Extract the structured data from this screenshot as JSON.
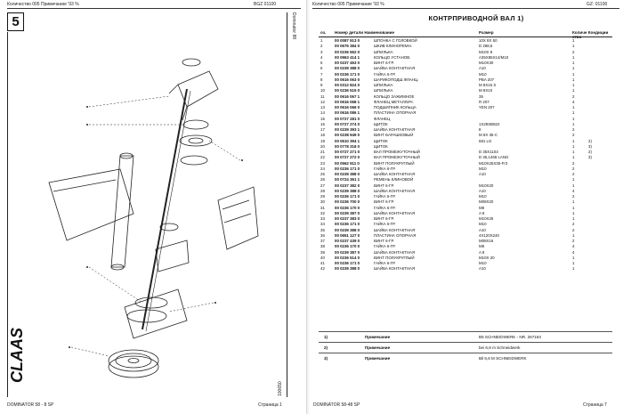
{
  "left_page": {
    "header_left": "Количество 005   Примечание  '93 %",
    "header_right": "BGZ 01100",
    "chapter": "5",
    "side_code": "Dominator 88",
    "side_number": "100650",
    "footer_left": "DOMINATOR 58 - 8 SP",
    "footer_right": "Страница 1",
    "logo": "CLAAS"
  },
  "right_page": {
    "header_left": "Количество 005   Примечание  '93 %",
    "header_right": "GZ: 01100",
    "title": "КОНТРПРИВОДНОЙ ВАЛ  1)",
    "col_pos": "оз.",
    "col_number": "Номер детали Наименование",
    "col_size": "Размер",
    "col_qty": "Количе Кондиции ство",
    "footer_left": "DOMINATOR 58-48 SP",
    "footer_right": "Страница 7"
  },
  "parts": [
    {
      "pos": "1",
      "num": "00 0087 913 0",
      "name": "ШПОНКА С ГОЛОВКОЙ",
      "size": "10X 8X 50",
      "qty": "1",
      "note": ""
    },
    {
      "pos": "2",
      "num": "00 0676 384 0",
      "name": "ШКИВ КЛИНОРЕМН.",
      "size": "D 288,6",
      "qty": "1",
      "note": ""
    },
    {
      "pos": "3",
      "num": "00 0236 552 0",
      "name": "ШПИЛЬКА",
      "size": "M10X 8",
      "qty": "2",
      "note": ""
    },
    {
      "pos": "4",
      "num": "00 0963 414 1",
      "name": "КОЛЬЦО УСТАНОВ.",
      "size": "A35X85X14/M10",
      "qty": "1",
      "note": ""
    },
    {
      "pos": "5",
      "num": "00 0237 453 0",
      "name": "ВИНТ 6-ГР.",
      "size": "M10X30",
      "qty": "1",
      "note": ""
    },
    {
      "pos": "6",
      "num": "00 0239 388 0",
      "name": "ШАЙБА КОНТАКТНАЯ",
      "size": "A10",
      "qty": "1",
      "note": ""
    },
    {
      "pos": "7",
      "num": "00 0236 171 0",
      "name": "ГАЙКА 6-ГР.",
      "size": "M10",
      "qty": "1",
      "note": ""
    },
    {
      "pos": "8",
      "num": "00 0616 063 0",
      "name": "ШАРИКОПОДШ.ФЛАНЦ.",
      "size": "PBA 207",
      "qty": "1",
      "note": ""
    },
    {
      "pos": "9",
      "num": "00 0312 824 0",
      "name": "ШПИЛЬКА",
      "size": "M 8X15 S",
      "qty": "1",
      "note": ""
    },
    {
      "pos": "10",
      "num": "00 0236 515 0",
      "name": "ШПИЛЬКА",
      "size": "M 8X10",
      "qty": "1",
      "note": ""
    },
    {
      "pos": "11",
      "num": "00 0616 067 1",
      "name": "КОЛЬЦО ЗАЖИМНОЕ",
      "size": "35",
      "qty": "2",
      "note": ""
    },
    {
      "pos": "12",
      "num": "00 0616 068 1",
      "name": "ФЛАНЕЦ МЕТАЛЛИЧ.",
      "size": "R  207",
      "qty": "4",
      "note": ""
    },
    {
      "pos": "13",
      "num": "00 0616 066 0",
      "name": "ПОДШИПНИК КОЛЬЦА",
      "size": "YEN 207",
      "qty": "1",
      "note": ""
    },
    {
      "pos": "14",
      "num": "00 0616 086 1",
      "name": "ПЛАСТИНА ОПОРНАЯ",
      "size": "",
      "qty": "1",
      "note": ""
    },
    {
      "pos": "15",
      "num": "00 0727 281 0",
      "name": "ФЛАНЕЦ",
      "size": "",
      "qty": "1",
      "note": ""
    },
    {
      "pos": "16",
      "num": "00 0727 274 0",
      "name": "ЩИТОК",
      "size": "1X29SB822",
      "qty": "1",
      "note": ""
    },
    {
      "pos": "17",
      "num": "00 0239 393 1",
      "name": "ШАЙБА КОНТАКТНАЯ",
      "size": "8",
      "qty": "2",
      "note": ""
    },
    {
      "pos": "18",
      "num": "00 0238 949 0",
      "name": "ВИНТ БАРАШКОВЫЙ",
      "size": "M 8X 35-C",
      "qty": "2",
      "note": ""
    },
    {
      "pos": "19",
      "num": "00 0610 394 1",
      "name": "ЩИТОК",
      "size": "681 LG",
      "qty": "1",
      "note": "2)"
    },
    {
      "pos": "20",
      "num": "00 0778 318 0",
      "name": "ЩИТОК",
      "size": "",
      "qty": "1",
      "note": "3)"
    },
    {
      "pos": "21",
      "num": "00 0727 271 0",
      "name": "ВАЛ ПРОМЕЖУТОЧНЫЙ",
      "size": "D 35X1103",
      "qty": "1",
      "note": "2)"
    },
    {
      "pos": "22",
      "num": "00 0727 272 0",
      "name": "ВАЛ ПРОМЕЖУТОЧНЫЙ",
      "size": "D 35,1468 LANG",
      "qty": "1",
      "note": "3)"
    },
    {
      "pos": "23",
      "num": "00 0562 911 0",
      "name": "ВИНТ ПОЛУКРУГЛЫЙ",
      "size": "M10X25X35-Fr3",
      "qty": "2",
      "note": ""
    },
    {
      "pos": "24",
      "num": "00 0236 171 0",
      "name": "ГАЙКА 6-ГР.",
      "size": "M10",
      "qty": "2",
      "note": ""
    },
    {
      "pos": "25",
      "num": "00 0239 388 0",
      "name": "ШАЙБА КОНТАКТНАЯ",
      "size": "A10",
      "qty": "2",
      "note": ""
    },
    {
      "pos": "26",
      "num": "00 0724 361 1",
      "name": "РЕМЕНЬ КЛИНОВОЙ",
      "size": "",
      "qty": "1",
      "note": ""
    },
    {
      "pos": "27",
      "num": "00 0237 382 0",
      "name": "ВИНТ 6-ГР.",
      "size": "M10X20",
      "qty": "1",
      "note": ""
    },
    {
      "pos": "28",
      "num": "00 0239 388 0",
      "name": "ШАЙБА КОНТАКТНАЯ",
      "size": "A10",
      "qty": "4",
      "note": ""
    },
    {
      "pos": "29",
      "num": "00 0236 171 0",
      "name": "ГАЙКА 6-ГР.",
      "size": "M10",
      "qty": "2",
      "note": ""
    },
    {
      "pos": "30",
      "num": "00 0236 700 0",
      "name": "ВИНТ 6-ГР.",
      "size": "M08X20",
      "qty": "1",
      "note": ""
    },
    {
      "pos": "31",
      "num": "00 0236 170 0",
      "name": "ГАЙКА 6-ГР.",
      "size": "M8",
      "qty": "1",
      "note": ""
    },
    {
      "pos": "32",
      "num": "00 0239 387 0",
      "name": "ШАЙБА КОНТАКТНАЯ",
      "size": "A 8",
      "qty": "1",
      "note": ""
    },
    {
      "pos": "33",
      "num": "00 0237 383 0",
      "name": "ВИНТ 6-ГР.",
      "size": "M10X25",
      "qty": "1",
      "note": ""
    },
    {
      "pos": "34",
      "num": "00 0236 171 0",
      "name": "ГАЙКА 6-ГР.",
      "size": "M10",
      "qty": "2",
      "note": ""
    },
    {
      "pos": "35",
      "num": "00 0239 388 0",
      "name": "ШАЙБА КОНТАКТНАЯ",
      "size": "A10",
      "qty": "2",
      "note": ""
    },
    {
      "pos": "36",
      "num": "00 0651 127 0",
      "name": "ПЛАСТИНА ОПОРНАЯ",
      "size": "4X120X240",
      "qty": "1",
      "note": ""
    },
    {
      "pos": "37",
      "num": "00 0237 439 0",
      "name": "ВИНТ 6-ГР.",
      "size": "M08X16",
      "qty": "2",
      "note": ""
    },
    {
      "pos": "38",
      "num": "00 0236 170 0",
      "name": "ГАЙКА 6-ГР.",
      "size": "M8",
      "qty": "4",
      "note": ""
    },
    {
      "pos": "39",
      "num": "00 0239 387 0",
      "name": "ШАЙБА КОНТАКТНАЯ",
      "size": "A 8",
      "qty": "4",
      "note": ""
    },
    {
      "pos": "40",
      "num": "00 0236 514 0",
      "name": "ВИНТ ПОЛУКРУГЛЫЙ",
      "size": "M10X 20",
      "qty": "1",
      "note": ""
    },
    {
      "pos": "41",
      "num": "00 0236 171 0",
      "name": "ГАЙКА 6-ГР.",
      "size": "M10",
      "qty": "1",
      "note": ""
    },
    {
      "pos": "42",
      "num": "00 0239 388 0",
      "name": "ШАЙБА КОНТАКТНАЯ",
      "size": "A10",
      "qty": "1",
      "note": ""
    }
  ],
  "notes": [
    {
      "idx": "1)",
      "label": "Примечание",
      "text": "B5 SCHNEIDWERK - NR. 267184"
    },
    {
      "idx": "2)",
      "label": "Примечание",
      "text": "bei 6,8 m Schneidwerk"
    },
    {
      "idx": "3)",
      "label": "Примечание",
      "text": "Bil 6,6 M SCHNEIDWERK"
    }
  ]
}
